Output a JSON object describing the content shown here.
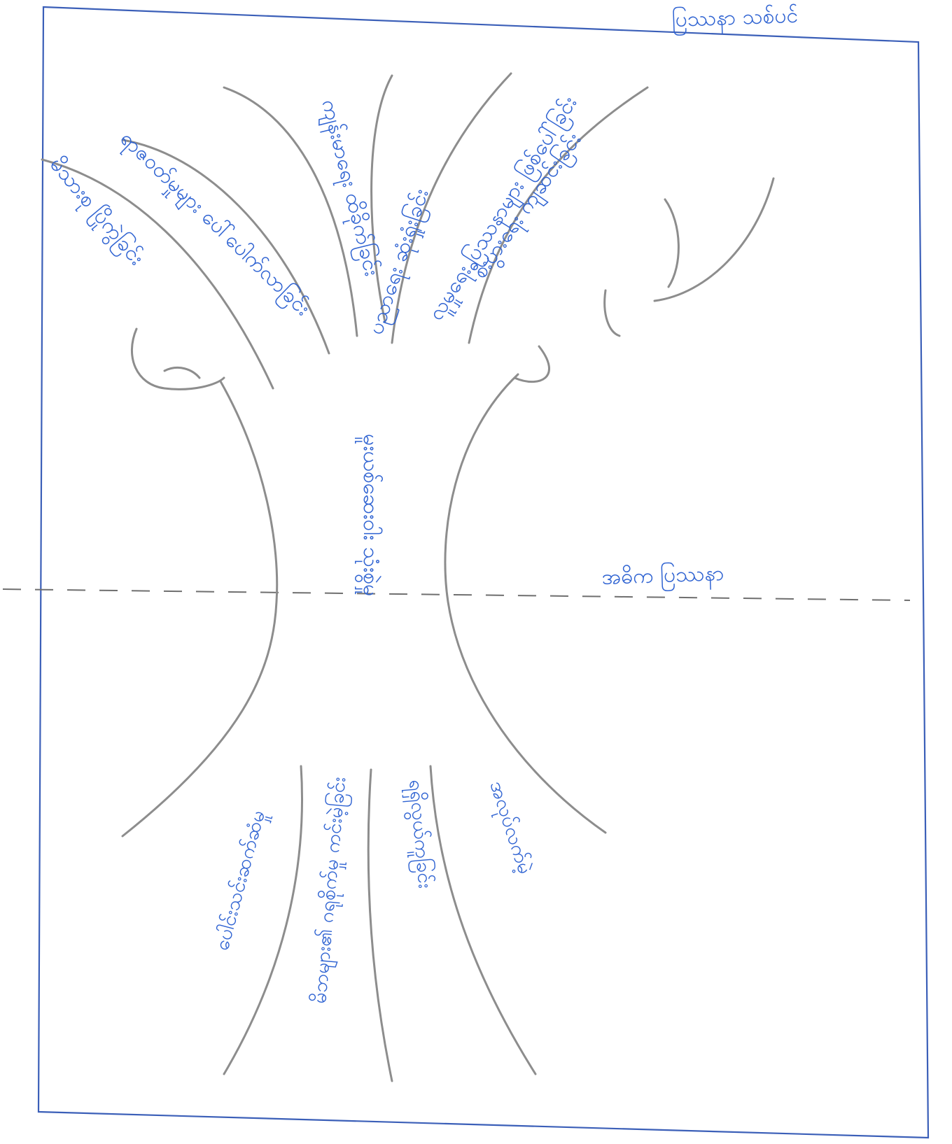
{
  "title": "ပြဿနာ သစ်ပင်",
  "divider_label": "အဓိက ပြဿနာ",
  "trunk_label": "မူးယစ်ဆေးဝါး သုံးစွဲမှု",
  "branches": [
    {
      "label": "မိသားစု ပြိုကွဲခြင်း"
    },
    {
      "label": "ရာဇဝတ်မှုများ ပေါ်ပေါက်လာခြင်း"
    },
    {
      "label": "ကျန်းမာရေး ထိခိုက်ခြင်း"
    },
    {
      "label": "ပညာရေး ဆုံးရှုံးခြင်း"
    },
    {
      "label": "လူမှုရေး ပြဿနာများ ဖြစ်ပေါ်ခြင်း"
    },
    {
      "label": "စီးပွားရေး ကျဆင်းခြင်း"
    }
  ],
  "roots": [
    {
      "label": "ပေါင်းသင်းဆက်ဆံမှု"
    },
    {
      "label": "မိဘများ၏ ဂရုစိုက်မှု ကင်းမဲ့ခြင်း"
    },
    {
      "label": "ရရှိလွယ်ကူခြင်း"
    },
    {
      "label": "အလုပ်လက်မဲ့"
    }
  ]
}
